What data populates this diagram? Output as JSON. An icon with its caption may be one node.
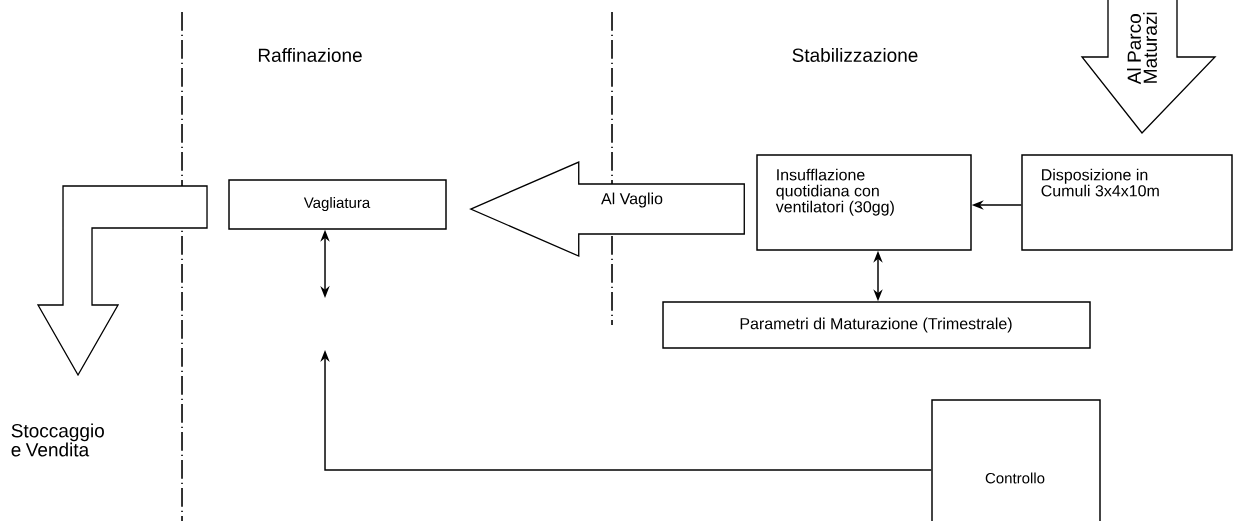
{
  "diagram": {
    "nodes": [
      {
        "text": [
          "Al Parco Maturazi"
        ]
      },
      {
        "text": [],
        "shape": "arrow"
      },
      {
        "text": [
          "Vagliatura"
        ]
      },
      {
        "text": [
          "Insufflazione quotidiana con ventilatori (30gg)"
        ]
      },
      {
        "text": [
          "Disposizione in Cumuli 3x4x10m"
        ]
      },
      {
        "text": [
          "Parametri di Maturazione (Trimestrale)"
        ]
      },
      {
        "text": [
          "Controllo"
        ]
      }
    ],
    "edges": [
      {
        "from": 4,
        "to": 3,
        "arrow": "to"
      },
      {
        "from": 3,
        "to": 5,
        "arrow": "both"
      },
      {
        "from": 2,
        "to": null,
        "arrow": "both"
      },
      {
        "from": 6,
        "to": null,
        "arrow": "to"
      },
      {
        "from": 3,
        "to": 2,
        "arrow": "to",
        "label": "Al Vaglio"
      }
    ],
    "labels": [
      "Raffinazione",
      "Stabilizzazione",
      "Stoccaggio e Vendita"
    ]
  }
}
